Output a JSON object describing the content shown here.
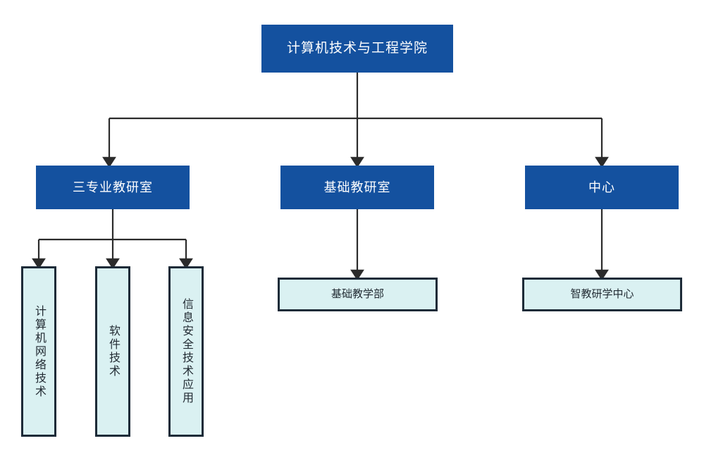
{
  "diagram": {
    "title_node": {
      "label": "计算机技术与工程学院"
    },
    "branches": [
      {
        "label": "三专业教研室"
      },
      {
        "label": "基础教研室"
      },
      {
        "label": "中心"
      }
    ],
    "leaves_vertical": [
      {
        "label": "计算机网络技术"
      },
      {
        "label": "软件技术"
      },
      {
        "label": "信息安全技术应用"
      }
    ],
    "leaves_horizontal": [
      {
        "label": "基础教学部"
      },
      {
        "label": "智教研学中心"
      }
    ],
    "colors": {
      "node_blue": "#14519F",
      "leaf_fill": "#DAF1F2",
      "leaf_border": "#1D2B38",
      "connector": "#2B2B2B",
      "background": "#FFFFFF",
      "node_text": "#FFFFFF",
      "leaf_text": "#222B33"
    }
  }
}
